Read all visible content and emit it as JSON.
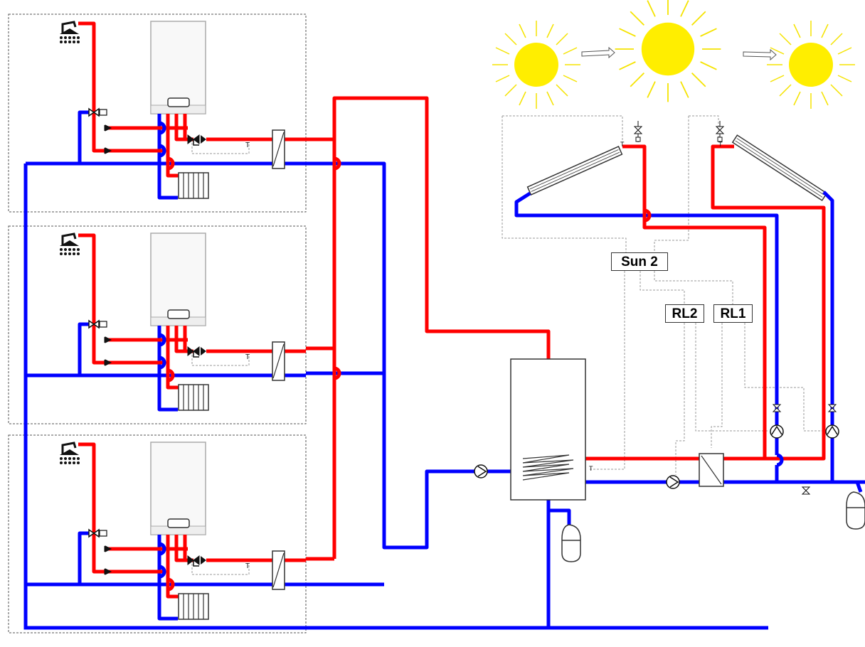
{
  "colors": {
    "hot": "#ff0000",
    "cold": "#0000ff",
    "sun": "#ffee00",
    "sun_rays": "#f5e300",
    "signal": "#999999",
    "frame": "#555555"
  },
  "labels": {
    "controller": "Sun 2",
    "relay_2": "RL2",
    "relay_1": "RL1"
  },
  "icons": [
    "shower-icon",
    "sun-icon",
    "arrow-right-icon",
    "boiler-icon",
    "radiator-icon",
    "heat-exchanger-icon",
    "pump-icon",
    "valve-icon",
    "expansion-vessel-icon",
    "solar-collector-icon",
    "storage-tank-icon",
    "mixing-valve-icon"
  ],
  "layout": {
    "apartment_units": 3,
    "solar_collectors": 2,
    "suns": 3
  }
}
